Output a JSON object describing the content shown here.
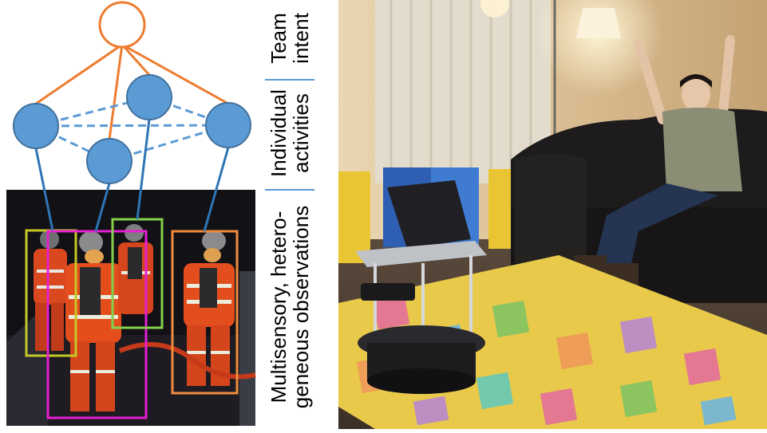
{
  "labels": {
    "team_intent": [
      "Team",
      "intent"
    ],
    "individual_activities": [
      "Individual",
      "activities"
    ],
    "observations": [
      "Multisensory, hetero-",
      "geneous observations"
    ]
  },
  "colors": {
    "node_fill": "#5b9bd5",
    "node_stroke": "#41719c",
    "team_node_stroke": "#ed7d31",
    "intent_edges": "#ed7d31",
    "dashed_edges": "#5b9bd5",
    "obs_edges": "#2e75b6",
    "box_yellow": "#c6c825",
    "box_magenta": "#e61ed2",
    "box_green": "#84d04a",
    "box_orange": "#f08c3c",
    "separator": "#5b9bd5"
  },
  "photos": {
    "left": "firefighters-team-photo",
    "right": "woman-on-sofa-with-robot-photo"
  }
}
